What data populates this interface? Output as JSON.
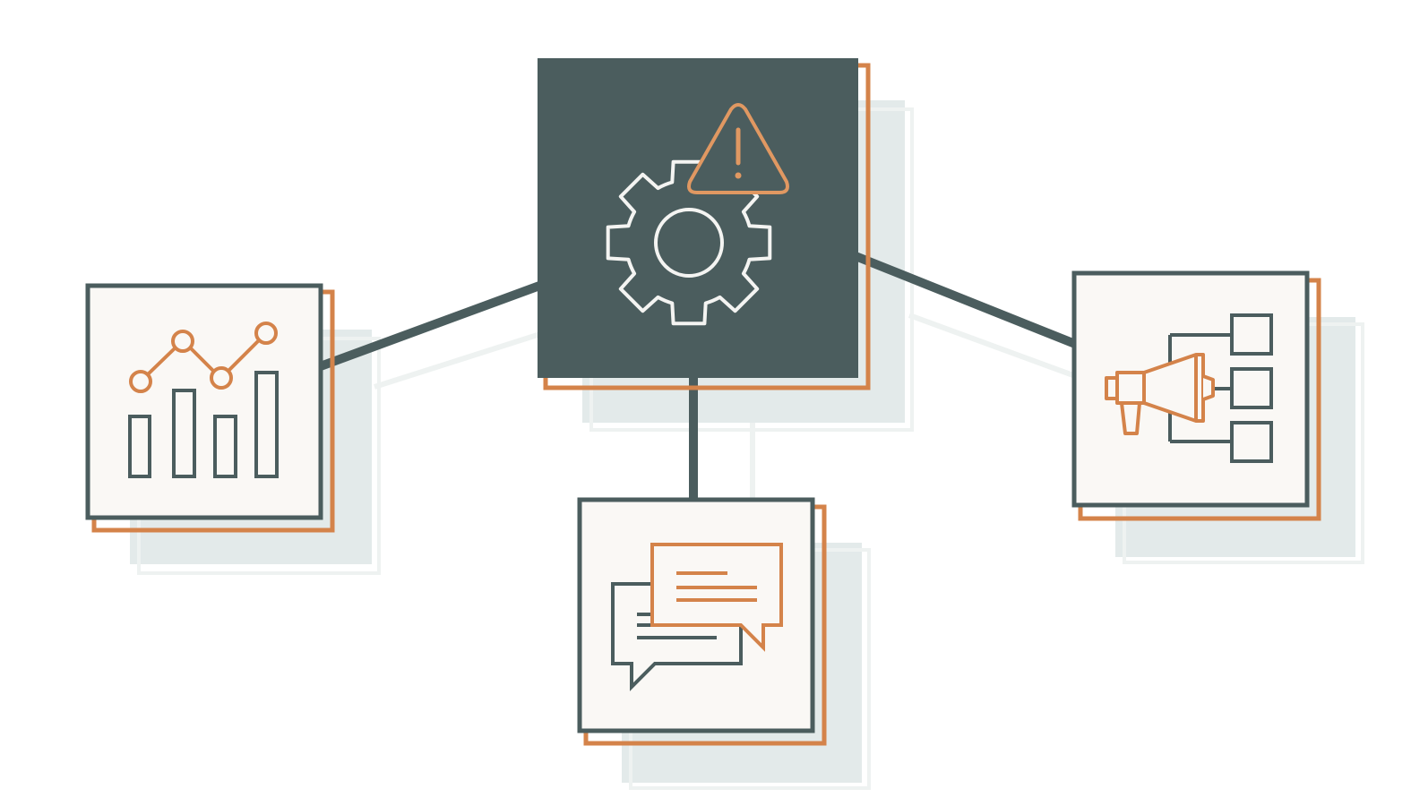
{
  "colors": {
    "background": "#ffffff",
    "slate": "#4b5d5e",
    "orange": "#d4834a",
    "panel_fill": "#faf8f5",
    "shadow": "#e3eaea",
    "shadow_line": "#eef2f1",
    "hub_icon": "#f4f4f2",
    "warning_icon": "#e09862"
  },
  "diagram": {
    "hub": {
      "icon": "gear-with-warning-icon"
    },
    "nodes": [
      {
        "id": "analytics",
        "icon": "bar-line-chart-icon"
      },
      {
        "id": "messaging",
        "icon": "chat-bubbles-icon"
      },
      {
        "id": "broadcast",
        "icon": "megaphone-hierarchy-icon"
      }
    ]
  }
}
